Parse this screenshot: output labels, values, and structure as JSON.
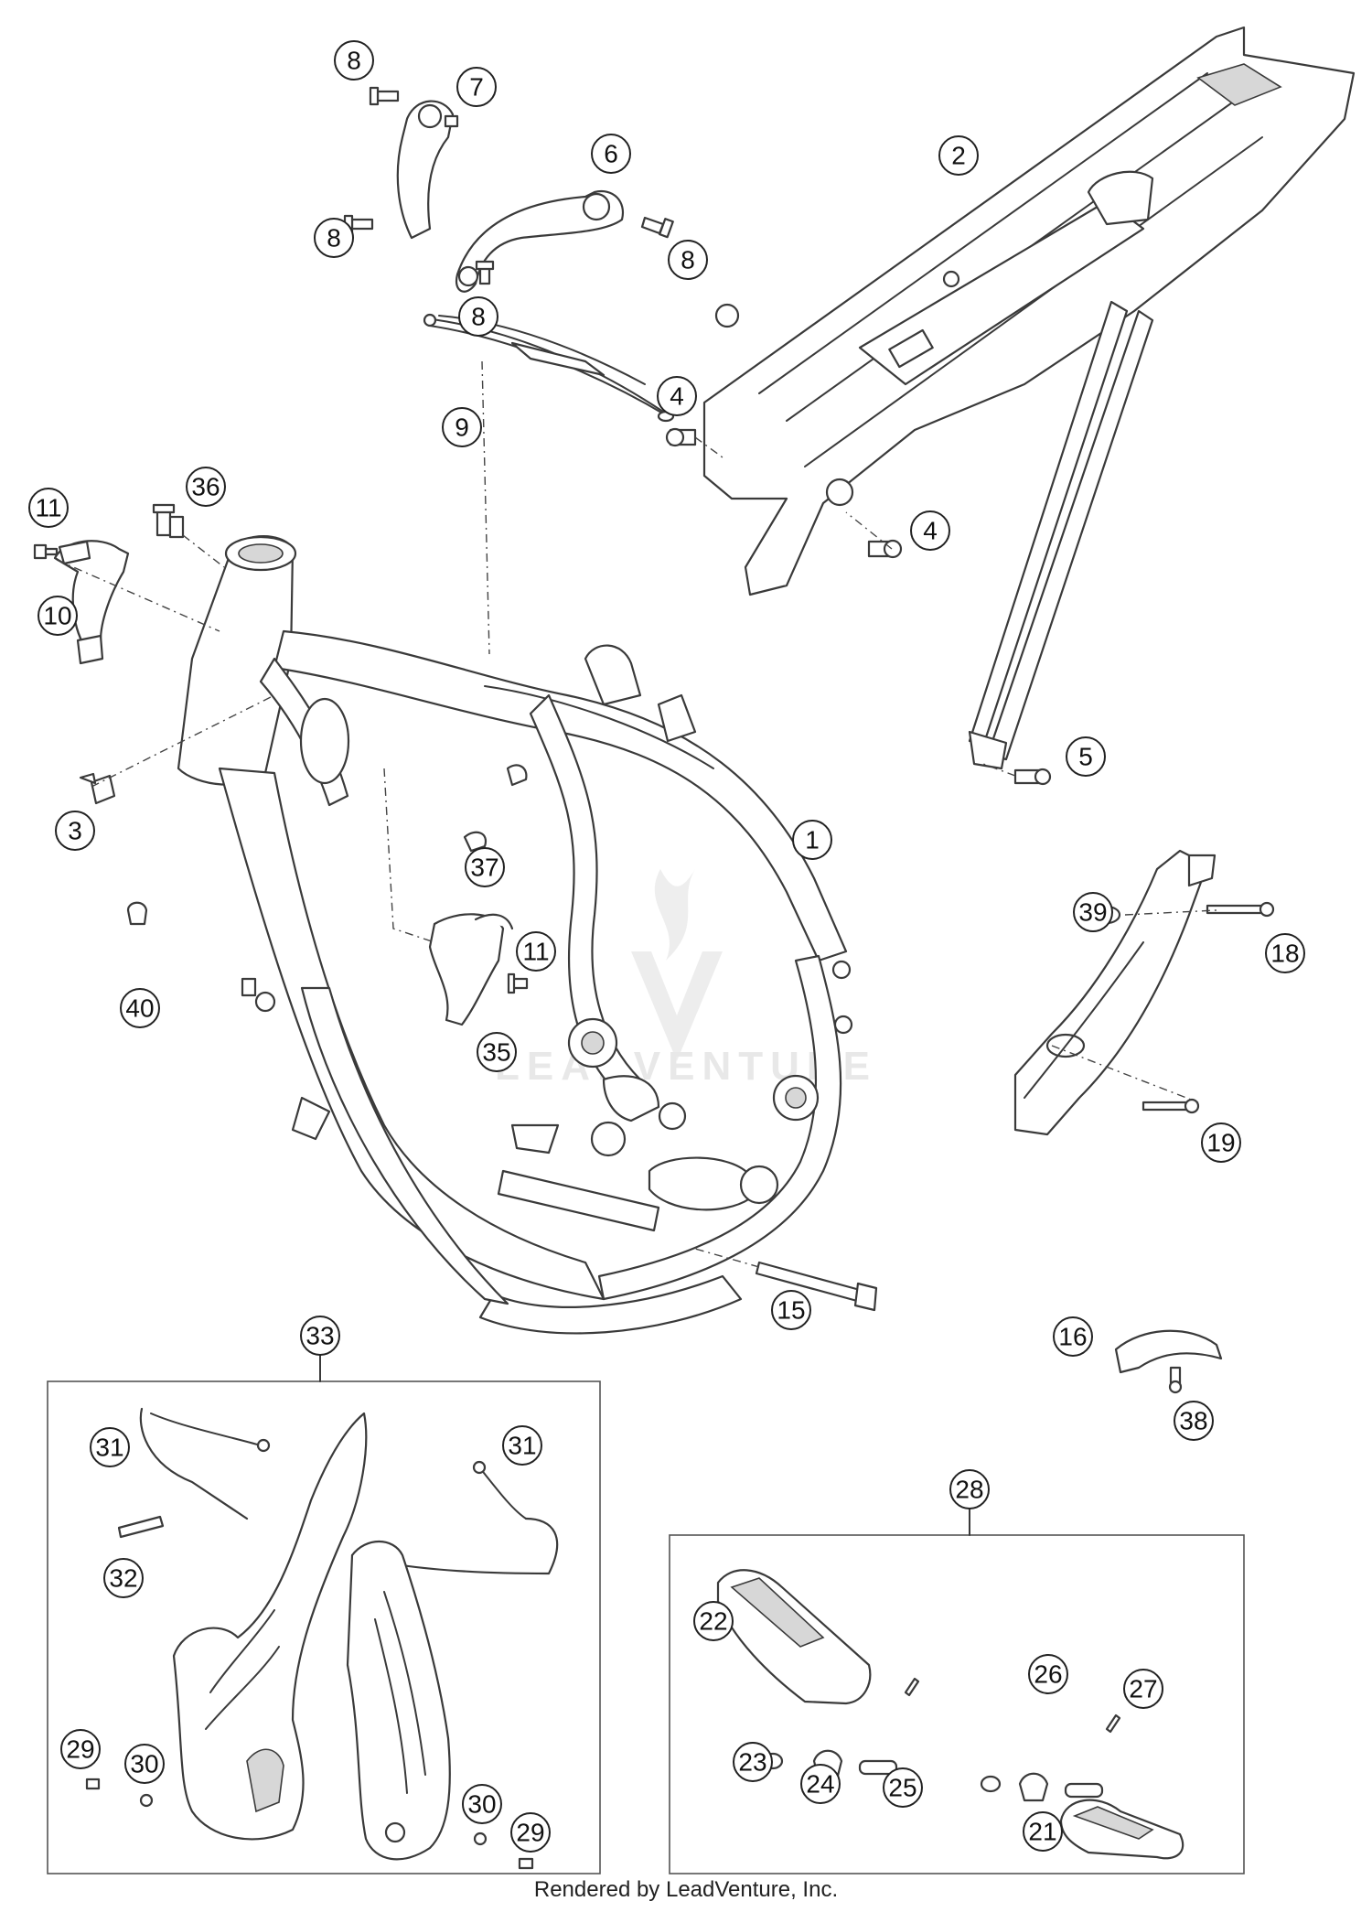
{
  "footer": {
    "credit": "Rendered by LeadVenture, Inc."
  },
  "watermark": {
    "text": "LEADVENTURE"
  },
  "callouts": {
    "c1": "1",
    "c2": "2",
    "c3": "3",
    "c4a": "4",
    "c4b": "4",
    "c5": "5",
    "c6": "6",
    "c7": "7",
    "c8a": "8",
    "c8b": "8",
    "c8c": "8",
    "c8d": "8",
    "c9": "9",
    "c10": "10",
    "c11a": "11",
    "c11b": "11",
    "c15": "15",
    "c16": "16",
    "c18": "18",
    "c19": "19",
    "c21": "21",
    "c22": "22",
    "c23": "23",
    "c24": "24",
    "c25": "25",
    "c26": "26",
    "c27": "27",
    "c28": "28",
    "c29a": "29",
    "c29b": "29",
    "c30a": "30",
    "c30b": "30",
    "c31a": "31",
    "c31b": "31",
    "c32": "32",
    "c33": "33",
    "c35": "35",
    "c36": "36",
    "c37": "37",
    "c38": "38",
    "c39": "39",
    "c40": "40"
  }
}
